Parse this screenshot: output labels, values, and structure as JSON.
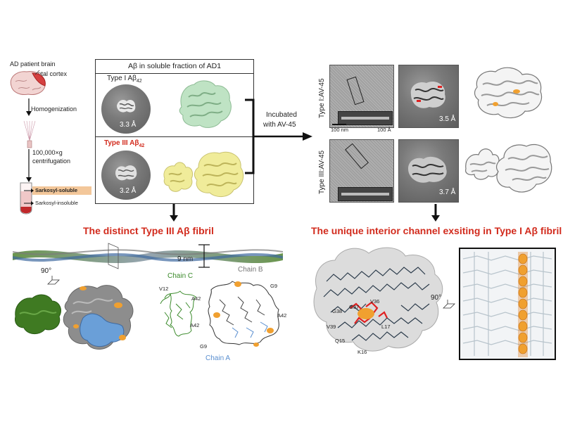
{
  "workflow": {
    "ad_patient_brain": "AD patient brain",
    "frontal_cortex": "Frontal cortex",
    "homogenization": "Homogenization",
    "centrifugation_line1": "100,000×g",
    "centrifugation_line2": "centrifugation",
    "sarkosyl_soluble": "Sarkosyl-soluble",
    "sarkosyl_insoluble": "Sarkosyl-insoluble"
  },
  "soluble_panel": {
    "header": "Aβ in soluble fraction of AD1",
    "type1_label": "Type I Aβ",
    "type1_sub": "42",
    "type1_resolution": "3.3 Å",
    "type3_label": "Type III Aβ",
    "type3_sub": "42",
    "type3_resolution": "3.2 Å"
  },
  "incubation": {
    "line1": "Incubated",
    "line2": "with AV-45"
  },
  "av45_panel": {
    "type1_label": "Type I:AV-45",
    "type3_label": "Type III:AV-45",
    "scale_100nm": "100 nm",
    "scale_100A": "100 Å",
    "type1_resolution": "3.5 Å",
    "type3_resolution": "3.7 Å"
  },
  "bottom_left": {
    "title": "The distinct Type III Aβ fibril",
    "width_label": "9 nm",
    "rotation": "90°",
    "chain_c": "Chain C",
    "chain_b": "Chain B",
    "chain_a": "Chain A",
    "residue_labels": [
      "V12",
      "A42",
      "A42",
      "G9",
      "A42",
      "G9"
    ]
  },
  "bottom_right": {
    "title": "The unique interior channel exsiting in Type I Aβ fibril",
    "rotation": "90°",
    "residue_labels": [
      "G38",
      "G37",
      "V36",
      "V39",
      "L17",
      "Q15",
      "K16"
    ]
  },
  "colors": {
    "title_red": "#d22b1d",
    "type1_map": "#bfe3c4",
    "type3_map": "#f0ec9a",
    "chain_c": "#3a8a2a",
    "chain_b": "#8a8a8a",
    "chain_a": "#5a8fd0",
    "ligand": "#f0a030",
    "highlight_red": "#e02020"
  }
}
